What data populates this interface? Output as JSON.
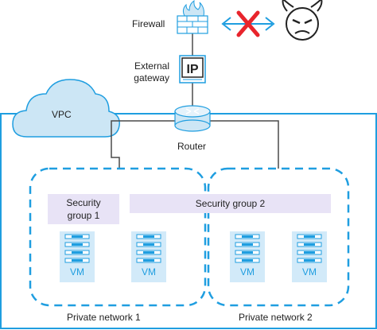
{
  "labels": {
    "firewall": "Firewall",
    "gateway_line1": "External",
    "gateway_line2": "gateway",
    "ip": "IP",
    "vpc": "VPC",
    "router": "Router",
    "security_group_1_line1": "Security",
    "security_group_1_line2": "group 1",
    "security_group_2": "Security group 2",
    "private_network_1": "Private network 1",
    "private_network_2": "Private network 2"
  },
  "vms": [
    "VM",
    "VM",
    "VM",
    "VM"
  ],
  "colors": {
    "vpc_border": "#1f9ee0",
    "cloud_fill": "#cce6f5",
    "dashed_border": "#1f9ee0",
    "security_group_fill": "#e8e3f6",
    "vm_fill": "#d2eaf9",
    "vm_icon": "#1f9ee0",
    "connector_line": "#4a4a4a",
    "blocked_x": "#e8242c",
    "arrow": "#1f9ee0",
    "hacker": "#222222"
  },
  "icons": {
    "firewall": "firewall-icon",
    "blocked": "blocked-x-icon",
    "attacker": "devil-face-icon",
    "router": "router-icon",
    "vm": "server-icon"
  }
}
